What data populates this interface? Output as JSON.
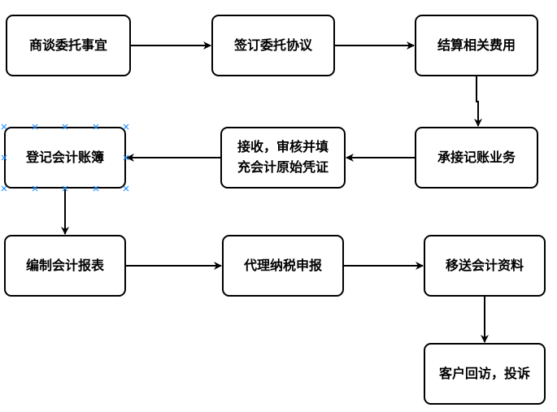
{
  "nodes": {
    "negotiate": {
      "label": "商谈委托事宜"
    },
    "sign": {
      "label": "签订委托协议"
    },
    "settle": {
      "label": "结算相关费用"
    },
    "undertake": {
      "label": "承接记账业务"
    },
    "receive": {
      "line1": "接收，审核并填",
      "line2": "充会计原始凭证"
    },
    "register": {
      "label": "登记会计账簿"
    },
    "compile": {
      "label": "编制会计报表"
    },
    "tax": {
      "label": "代理纳税申报"
    },
    "transfer": {
      "label": "移送会计资料"
    },
    "visit": {
      "label": "客户回访，投诉"
    }
  },
  "colors": {
    "stroke": "#000000",
    "selection": "#1e90ff"
  }
}
